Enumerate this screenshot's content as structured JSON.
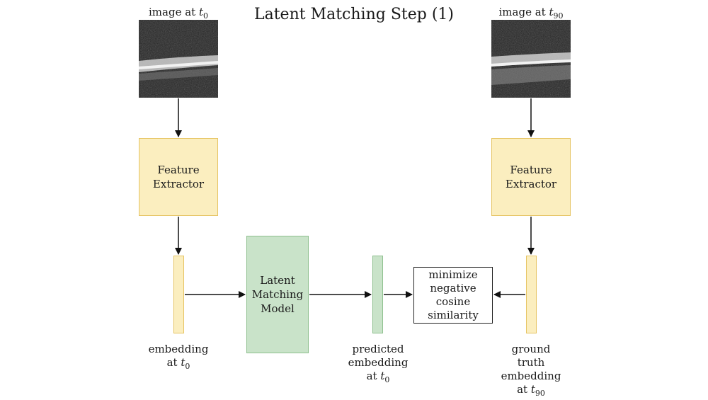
{
  "title": "Latent Matching Step (1)",
  "left": {
    "image_label": "image at ",
    "image_time_var": "t",
    "image_time_sub": "0",
    "extractor_line1": "Feature",
    "extractor_line2": "Extractor",
    "embedding_line1": "embedding",
    "embedding_line2": "at ",
    "embedding_time_var": "t",
    "embedding_time_sub": "0"
  },
  "right": {
    "image_label": "image at ",
    "image_time_var": "t",
    "image_time_sub": "90",
    "extractor_line1": "Feature",
    "extractor_line2": "Extractor",
    "gt_line1": "ground",
    "gt_line2": "truth",
    "gt_line3": "embedding",
    "gt_line4": "at ",
    "gt_time_var": "t",
    "gt_time_sub": "90"
  },
  "model": {
    "line1": "Latent",
    "line2": "Matching",
    "line3": "Model"
  },
  "predicted": {
    "line1": "predicted",
    "line2": "embedding",
    "line3": "at ",
    "time_var": "t",
    "time_sub": "0"
  },
  "loss": {
    "line1": "minimize",
    "line2": "negative",
    "line3": "cosine",
    "line4": "similarity"
  },
  "colors": {
    "extractor_fill": "#fbeebf",
    "extractor_border": "#e6c463",
    "model_fill": "#c9e3c9",
    "model_border": "#8fc08f"
  }
}
